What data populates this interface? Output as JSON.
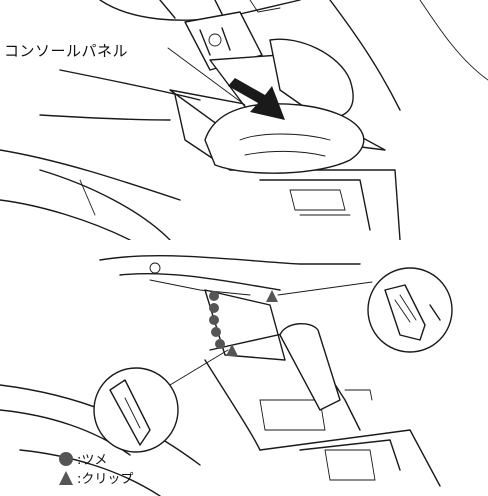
{
  "top_figure": {
    "callout_label": "コンソールパネル"
  },
  "bottom_figure": {},
  "legend": {
    "items": [
      {
        "label": ":ツメ",
        "icon": "claw-circle-icon",
        "color": "#555555"
      },
      {
        "label": ":クリップ",
        "icon": "clip-triangle-icon",
        "color": "#555555"
      }
    ]
  }
}
